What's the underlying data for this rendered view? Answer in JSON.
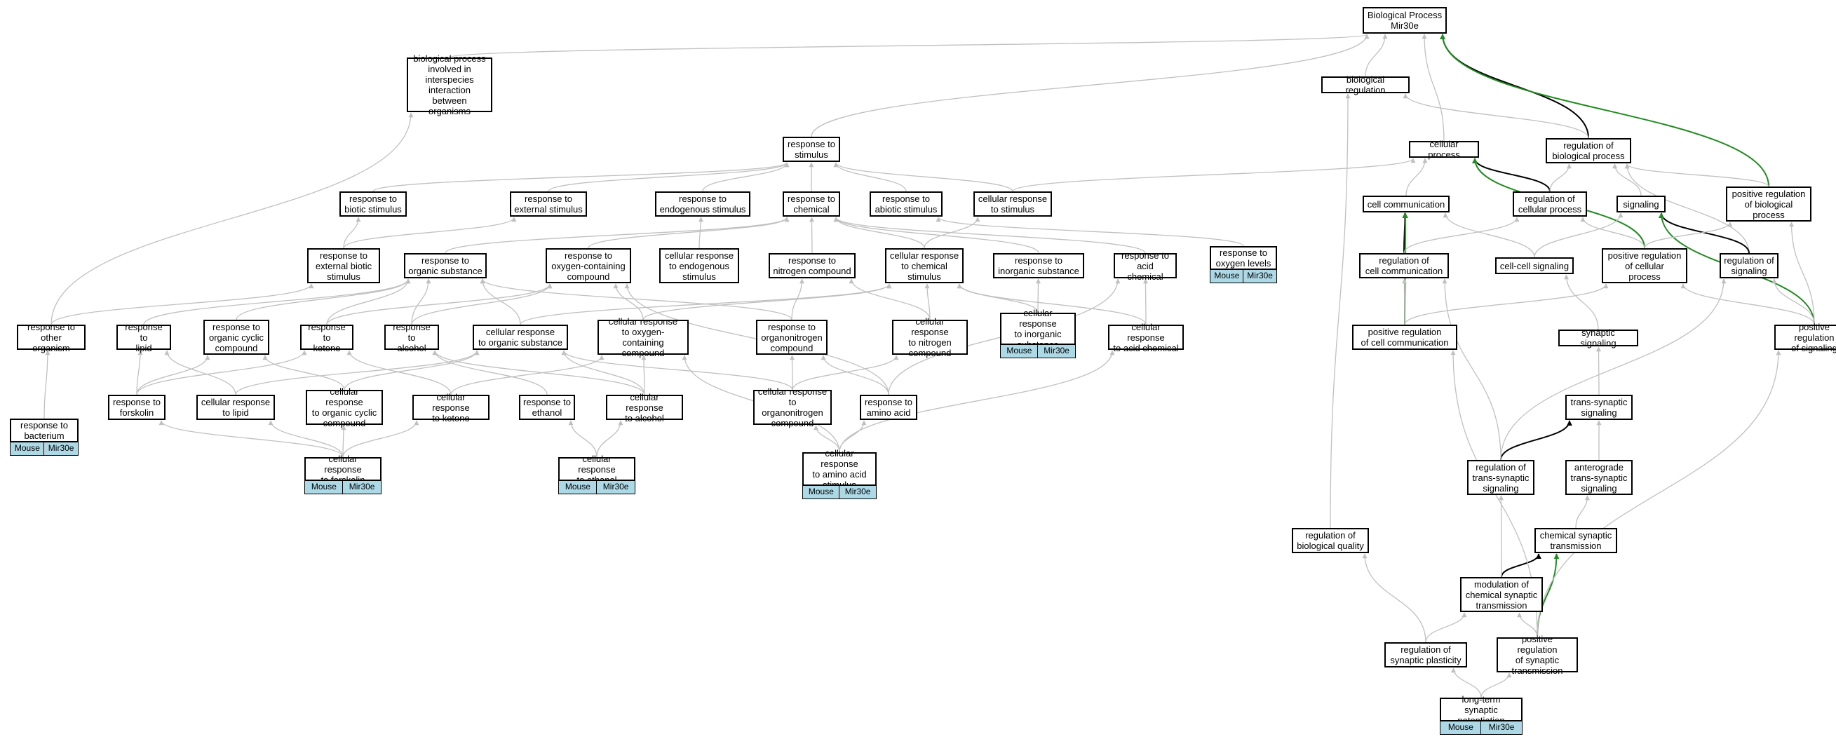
{
  "colors": {
    "edge_gray": "#c0c0c0",
    "edge_black": "#000000",
    "edge_green": "#228b22",
    "tag_fill": "#add8e6",
    "node_border": "#000000"
  },
  "nodes": [
    {
      "id": "bp_root",
      "label": "Biological Process\nMir30e"
    },
    {
      "id": "interspecies",
      "label": "biological process\ninvolved in\ninterspecies\ninteraction\nbetween organisms"
    },
    {
      "id": "bio_reg",
      "label": "biological regulation"
    },
    {
      "id": "resp_stim",
      "label": "response to\nstimulus"
    },
    {
      "id": "cell_proc",
      "label": "cellular process"
    },
    {
      "id": "reg_bio_proc",
      "label": "regulation of\nbiological process"
    },
    {
      "id": "resp_biotic",
      "label": "response to\nbiotic stimulus"
    },
    {
      "id": "resp_external",
      "label": "response to\nexternal stimulus"
    },
    {
      "id": "resp_endog",
      "label": "response to\nendogenous stimulus"
    },
    {
      "id": "resp_chem",
      "label": "response to\nchemical"
    },
    {
      "id": "resp_abiotic",
      "label": "response to\nabiotic stimulus"
    },
    {
      "id": "cell_resp_stim",
      "label": "cellular response\nto stimulus"
    },
    {
      "id": "cell_comm",
      "label": "cell communication"
    },
    {
      "id": "reg_cell_proc",
      "label": "regulation of\ncellular process"
    },
    {
      "id": "signaling",
      "label": "signaling"
    },
    {
      "id": "pos_reg_bio",
      "label": "positive regulation\nof biological\nprocess"
    },
    {
      "id": "resp_ext_biotic",
      "label": "response to\nexternal biotic\nstimulus"
    },
    {
      "id": "resp_org_sub",
      "label": "response to\norganic substance"
    },
    {
      "id": "resp_oxy",
      "label": "response to\noxygen-containing\ncompound"
    },
    {
      "id": "cell_resp_endog",
      "label": "cellular response\nto endogenous\nstimulus"
    },
    {
      "id": "resp_nitro",
      "label": "response to\nnitrogen compound"
    },
    {
      "id": "cell_resp_chem",
      "label": "cellular response\nto chemical\nstimulus"
    },
    {
      "id": "resp_inorg",
      "label": "response to\ninorganic substance"
    },
    {
      "id": "resp_acid",
      "label": "response to\nacid chemical"
    },
    {
      "id": "resp_oxy_levels",
      "label": "response to\noxygen levels",
      "tags": [
        "Mouse",
        "Mir30e"
      ]
    },
    {
      "id": "reg_cell_comm",
      "label": "regulation of\ncell communication"
    },
    {
      "id": "cell_cell_sig",
      "label": "cell-cell signaling"
    },
    {
      "id": "pos_reg_cell_proc",
      "label": "positive regulation\nof cellular\nprocess"
    },
    {
      "id": "reg_signaling",
      "label": "regulation of\nsignaling"
    },
    {
      "id": "resp_other_org",
      "label": "response to\nother organism"
    },
    {
      "id": "resp_lipid",
      "label": "response to\nlipid"
    },
    {
      "id": "resp_org_cyclic",
      "label": "response to\norganic cyclic\ncompound"
    },
    {
      "id": "resp_ketone",
      "label": "response to\nketone"
    },
    {
      "id": "resp_alcohol",
      "label": "response to\nalcohol"
    },
    {
      "id": "cell_resp_org_sub",
      "label": "cellular response\nto organic substance"
    },
    {
      "id": "cell_resp_oxy",
      "label": "cellular response\nto oxygen-containing\ncompound"
    },
    {
      "id": "resp_organonitro",
      "label": "response to\norganonitrogen\ncompound"
    },
    {
      "id": "cell_resp_nitro",
      "label": "cellular response\nto nitrogen\ncompound"
    },
    {
      "id": "cell_resp_inorg",
      "label": "cellular response\nto inorganic\nsubstance",
      "tags": [
        "Mouse",
        "Mir30e"
      ]
    },
    {
      "id": "cell_resp_acid",
      "label": "cellular response\nto acid chemical"
    },
    {
      "id": "pos_reg_cell_comm",
      "label": "positive regulation\nof cell communication"
    },
    {
      "id": "synaptic_sig",
      "label": "synaptic signaling"
    },
    {
      "id": "pos_reg_sig",
      "label": "positive regulation\nof signaling"
    },
    {
      "id": "resp_bacterium",
      "label": "response to\nbacterium",
      "tags": [
        "Mouse",
        "Mir30e"
      ]
    },
    {
      "id": "resp_forskolin",
      "label": "response to\nforskolin"
    },
    {
      "id": "cell_resp_lipid",
      "label": "cellular response\nto lipid"
    },
    {
      "id": "cell_resp_org_cyclic",
      "label": "cellular response\nto organic cyclic\ncompound"
    },
    {
      "id": "cell_resp_ketone",
      "label": "cellular response\nto ketone"
    },
    {
      "id": "resp_ethanol",
      "label": "response to\nethanol"
    },
    {
      "id": "cell_resp_alcohol",
      "label": "cellular response\nto alcohol"
    },
    {
      "id": "cell_resp_organonitro",
      "label": "cellular response\nto organonitrogen\ncompound"
    },
    {
      "id": "resp_amino",
      "label": "response to\namino acid"
    },
    {
      "id": "trans_syn_sig",
      "label": "trans-synaptic\nsignaling"
    },
    {
      "id": "cell_resp_forskolin",
      "label": "cellular response\nto forskolin",
      "tags": [
        "Mouse",
        "Mir30e"
      ]
    },
    {
      "id": "cell_resp_ethanol",
      "label": "cellular response\nto ethanol",
      "tags": [
        "Mouse",
        "Mir30e"
      ]
    },
    {
      "id": "cell_resp_amino",
      "label": "cellular response\nto amino acid\nstimulus",
      "tags": [
        "Mouse",
        "Mir30e"
      ]
    },
    {
      "id": "reg_trans_syn",
      "label": "regulation of\ntrans-synaptic\nsignaling"
    },
    {
      "id": "anterograde",
      "label": "anterograde\ntrans-synaptic\nsignaling"
    },
    {
      "id": "reg_bio_quality",
      "label": "regulation of\nbiological quality"
    },
    {
      "id": "chem_syn_trans",
      "label": "chemical synaptic\ntransmission"
    },
    {
      "id": "mod_chem_syn",
      "label": "modulation of\nchemical synaptic\ntransmission"
    },
    {
      "id": "reg_syn_plast",
      "label": "regulation of\nsynaptic plasticity"
    },
    {
      "id": "pos_reg_syn_trans",
      "label": "positive regulation\nof synaptic\ntransmission"
    },
    {
      "id": "ltp",
      "label": "long-term synaptic\npotentiation",
      "tags": [
        "Mouse",
        "Mir30e"
      ]
    }
  ],
  "edges": [
    {
      "from": "interspecies",
      "to": "bp_root",
      "color": "gray"
    },
    {
      "from": "resp_stim",
      "to": "bp_root",
      "color": "gray"
    },
    {
      "from": "bio_reg",
      "to": "bp_root",
      "color": "gray"
    },
    {
      "from": "cell_proc",
      "to": "bp_root",
      "color": "gray"
    },
    {
      "from": "reg_bio_proc",
      "to": "bp_root",
      "color": "black"
    },
    {
      "from": "pos_reg_bio",
      "to": "bp_root",
      "color": "green"
    },
    {
      "from": "reg_bio_proc",
      "to": "bio_reg",
      "color": "gray"
    },
    {
      "from": "reg_bio_quality",
      "to": "bio_reg",
      "color": "gray"
    },
    {
      "from": "resp_biotic",
      "to": "resp_stim",
      "color": "gray"
    },
    {
      "from": "resp_external",
      "to": "resp_stim",
      "color": "gray"
    },
    {
      "from": "resp_endog",
      "to": "resp_stim",
      "color": "gray"
    },
    {
      "from": "resp_chem",
      "to": "resp_stim",
      "color": "gray"
    },
    {
      "from": "resp_abiotic",
      "to": "resp_stim",
      "color": "gray"
    },
    {
      "from": "cell_resp_stim",
      "to": "resp_stim",
      "color": "gray"
    },
    {
      "from": "cell_resp_stim",
      "to": "cell_proc",
      "color": "gray"
    },
    {
      "from": "cell_comm",
      "to": "cell_proc",
      "color": "gray"
    },
    {
      "from": "reg_cell_proc",
      "to": "cell_proc",
      "color": "black"
    },
    {
      "from": "pos_reg_cell_proc",
      "to": "cell_proc",
      "color": "green"
    },
    {
      "from": "reg_cell_proc",
      "to": "reg_bio_proc",
      "color": "gray"
    },
    {
      "from": "signaling",
      "to": "reg_bio_proc",
      "color": "gray"
    },
    {
      "from": "pos_reg_bio",
      "to": "reg_bio_proc",
      "color": "gray"
    },
    {
      "from": "reg_signaling",
      "to": "reg_bio_proc",
      "color": "gray"
    },
    {
      "from": "resp_ext_biotic",
      "to": "resp_biotic",
      "color": "gray"
    },
    {
      "from": "resp_ext_biotic",
      "to": "resp_external",
      "color": "gray"
    },
    {
      "from": "cell_resp_endog",
      "to": "resp_endog",
      "color": "gray"
    },
    {
      "from": "resp_org_sub",
      "to": "resp_chem",
      "color": "gray"
    },
    {
      "from": "resp_oxy",
      "to": "resp_chem",
      "color": "gray"
    },
    {
      "from": "resp_nitro",
      "to": "resp_chem",
      "color": "gray"
    },
    {
      "from": "cell_resp_chem",
      "to": "resp_chem",
      "color": "gray"
    },
    {
      "from": "resp_inorg",
      "to": "resp_chem",
      "color": "gray"
    },
    {
      "from": "resp_acid",
      "to": "resp_chem",
      "color": "gray"
    },
    {
      "from": "resp_oxy_levels",
      "to": "resp_abiotic",
      "color": "gray"
    },
    {
      "from": "cell_resp_chem",
      "to": "cell_resp_stim",
      "color": "gray"
    },
    {
      "from": "cell_cell_sig",
      "to": "cell_comm",
      "color": "gray"
    },
    {
      "from": "reg_cell_comm",
      "to": "cell_comm",
      "color": "black"
    },
    {
      "from": "pos_reg_cell_comm",
      "to": "cell_comm",
      "color": "green"
    },
    {
      "from": "reg_cell_comm",
      "to": "reg_cell_proc",
      "color": "gray"
    },
    {
      "from": "pos_reg_cell_proc",
      "to": "reg_cell_proc",
      "color": "gray"
    },
    {
      "from": "cell_cell_sig",
      "to": "signaling",
      "color": "gray"
    },
    {
      "from": "reg_signaling",
      "to": "signaling",
      "color": "black"
    },
    {
      "from": "pos_reg_sig",
      "to": "signaling",
      "color": "green"
    },
    {
      "from": "pos_reg_sig",
      "to": "pos_reg_bio",
      "color": "gray"
    },
    {
      "from": "pos_reg_cell_proc",
      "to": "pos_reg_bio",
      "color": "gray"
    },
    {
      "from": "resp_other_org",
      "to": "resp_ext_biotic",
      "color": "gray"
    },
    {
      "from": "resp_other_org",
      "to": "interspecies",
      "color": "gray"
    },
    {
      "from": "resp_bacterium",
      "to": "resp_other_org",
      "color": "gray"
    },
    {
      "from": "resp_lipid",
      "to": "resp_org_sub",
      "color": "gray"
    },
    {
      "from": "resp_org_cyclic",
      "to": "resp_org_sub",
      "color": "gray"
    },
    {
      "from": "resp_ketone",
      "to": "resp_org_sub",
      "color": "gray"
    },
    {
      "from": "resp_alcohol",
      "to": "resp_org_sub",
      "color": "gray"
    },
    {
      "from": "cell_resp_org_sub",
      "to": "resp_org_sub",
      "color": "gray"
    },
    {
      "from": "resp_organonitro",
      "to": "resp_org_sub",
      "color": "gray"
    },
    {
      "from": "resp_ketone",
      "to": "resp_oxy",
      "color": "gray"
    },
    {
      "from": "resp_alcohol",
      "to": "resp_oxy",
      "color": "gray"
    },
    {
      "from": "cell_resp_oxy",
      "to": "resp_oxy",
      "color": "gray"
    },
    {
      "from": "resp_amino",
      "to": "resp_oxy",
      "color": "gray"
    },
    {
      "from": "resp_organonitro",
      "to": "resp_nitro",
      "color": "gray"
    },
    {
      "from": "cell_resp_nitro",
      "to": "resp_nitro",
      "color": "gray"
    },
    {
      "from": "cell_resp_org_sub",
      "to": "cell_resp_chem",
      "color": "gray"
    },
    {
      "from": "cell_resp_oxy",
      "to": "cell_resp_chem",
      "color": "gray"
    },
    {
      "from": "cell_resp_nitro",
      "to": "cell_resp_chem",
      "color": "gray"
    },
    {
      "from": "cell_resp_inorg",
      "to": "cell_resp_chem",
      "color": "gray"
    },
    {
      "from": "cell_resp_acid",
      "to": "cell_resp_chem",
      "color": "gray"
    },
    {
      "from": "cell_resp_inorg",
      "to": "resp_inorg",
      "color": "gray"
    },
    {
      "from": "cell_resp_acid",
      "to": "resp_acid",
      "color": "gray"
    },
    {
      "from": "resp_amino",
      "to": "resp_acid",
      "color": "gray"
    },
    {
      "from": "pos_reg_cell_comm",
      "to": "reg_cell_comm",
      "color": "gray"
    },
    {
      "from": "pos_reg_cell_comm",
      "to": "pos_reg_cell_proc",
      "color": "gray"
    },
    {
      "from": "pos_reg_sig",
      "to": "pos_reg_cell_proc",
      "color": "gray"
    },
    {
      "from": "pos_reg_sig",
      "to": "reg_signaling",
      "color": "gray"
    },
    {
      "from": "synaptic_sig",
      "to": "cell_cell_sig",
      "color": "gray"
    },
    {
      "from": "resp_forskolin",
      "to": "resp_lipid",
      "color": "gray"
    },
    {
      "from": "cell_resp_lipid",
      "to": "resp_lipid",
      "color": "gray"
    },
    {
      "from": "resp_forskolin",
      "to": "resp_org_cyclic",
      "color": "gray"
    },
    {
      "from": "cell_resp_org_cyclic",
      "to": "resp_org_cyclic",
      "color": "gray"
    },
    {
      "from": "resp_forskolin",
      "to": "resp_ketone",
      "color": "gray"
    },
    {
      "from": "cell_resp_ketone",
      "to": "resp_ketone",
      "color": "gray"
    },
    {
      "from": "resp_ethanol",
      "to": "resp_alcohol",
      "color": "gray"
    },
    {
      "from": "cell_resp_alcohol",
      "to": "resp_alcohol",
      "color": "gray"
    },
    {
      "from": "cell_resp_lipid",
      "to": "cell_resp_org_sub",
      "color": "gray"
    },
    {
      "from": "cell_resp_org_cyclic",
      "to": "cell_resp_org_sub",
      "color": "gray"
    },
    {
      "from": "cell_resp_alcohol",
      "to": "cell_resp_org_sub",
      "color": "gray"
    },
    {
      "from": "cell_resp_organonitro",
      "to": "cell_resp_org_sub",
      "color": "gray"
    },
    {
      "from": "cell_resp_ketone",
      "to": "cell_resp_oxy",
      "color": "gray"
    },
    {
      "from": "cell_resp_alcohol",
      "to": "cell_resp_oxy",
      "color": "gray"
    },
    {
      "from": "cell_resp_amino",
      "to": "cell_resp_oxy",
      "color": "gray"
    },
    {
      "from": "cell_resp_organonitro",
      "to": "resp_organonitro",
      "color": "gray"
    },
    {
      "from": "resp_amino",
      "to": "resp_organonitro",
      "color": "gray"
    },
    {
      "from": "cell_resp_organonitro",
      "to": "cell_resp_nitro",
      "color": "gray"
    },
    {
      "from": "cell_resp_amino",
      "to": "cell_resp_acid",
      "color": "gray"
    },
    {
      "from": "trans_syn_sig",
      "to": "synaptic_sig",
      "color": "gray"
    },
    {
      "from": "cell_resp_forskolin",
      "to": "resp_forskolin",
      "color": "gray"
    },
    {
      "from": "cell_resp_forskolin",
      "to": "cell_resp_lipid",
      "color": "gray"
    },
    {
      "from": "cell_resp_forskolin",
      "to": "cell_resp_org_cyclic",
      "color": "gray"
    },
    {
      "from": "cell_resp_forskolin",
      "to": "cell_resp_ketone",
      "color": "gray"
    },
    {
      "from": "cell_resp_ethanol",
      "to": "resp_ethanol",
      "color": "gray"
    },
    {
      "from": "cell_resp_ethanol",
      "to": "cell_resp_alcohol",
      "color": "gray"
    },
    {
      "from": "cell_resp_amino",
      "to": "cell_resp_organonitro",
      "color": "gray"
    },
    {
      "from": "cell_resp_amino",
      "to": "resp_amino",
      "color": "gray"
    },
    {
      "from": "reg_trans_syn",
      "to": "trans_syn_sig",
      "color": "black"
    },
    {
      "from": "anterograde",
      "to": "trans_syn_sig",
      "color": "gray"
    },
    {
      "from": "reg_trans_syn",
      "to": "reg_cell_comm",
      "color": "gray"
    },
    {
      "from": "reg_trans_syn",
      "to": "reg_signaling",
      "color": "gray"
    },
    {
      "from": "chem_syn_trans",
      "to": "anterograde",
      "color": "gray"
    },
    {
      "from": "mod_chem_syn",
      "to": "chem_syn_trans",
      "color": "black"
    },
    {
      "from": "pos_reg_syn_trans",
      "to": "chem_syn_trans",
      "color": "green"
    },
    {
      "from": "mod_chem_syn",
      "to": "reg_trans_syn",
      "color": "gray"
    },
    {
      "from": "reg_syn_plast",
      "to": "mod_chem_syn",
      "color": "gray"
    },
    {
      "from": "pos_reg_syn_trans",
      "to": "mod_chem_syn",
      "color": "gray"
    },
    {
      "from": "reg_syn_plast",
      "to": "reg_bio_quality",
      "color": "gray"
    },
    {
      "from": "pos_reg_syn_trans",
      "to": "pos_reg_cell_comm",
      "color": "gray"
    },
    {
      "from": "pos_reg_syn_trans",
      "to": "pos_reg_sig",
      "color": "gray"
    },
    {
      "from": "ltp",
      "to": "reg_syn_plast",
      "color": "gray"
    },
    {
      "from": "ltp",
      "to": "pos_reg_syn_trans",
      "color": "gray"
    }
  ]
}
